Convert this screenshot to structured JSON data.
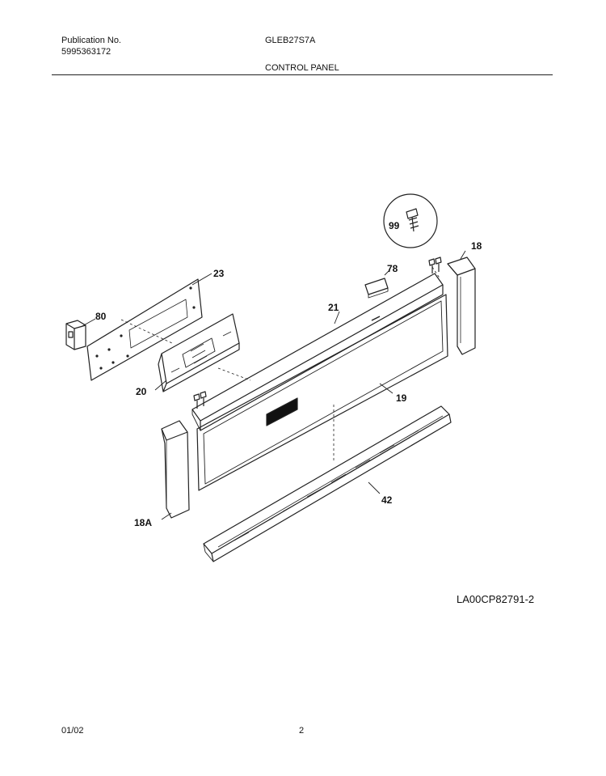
{
  "header": {
    "publication_label": "Publication No.",
    "publication_number": "5995363172",
    "model": "GLEB27S7A",
    "section_title": "CONTROL PANEL"
  },
  "diagram": {
    "parts": [
      {
        "id": "part-18",
        "label": "18"
      },
      {
        "id": "part-18a",
        "label": "18A"
      },
      {
        "id": "part-19",
        "label": "19"
      },
      {
        "id": "part-20",
        "label": "20"
      },
      {
        "id": "part-21",
        "label": "21"
      },
      {
        "id": "part-23",
        "label": "23"
      },
      {
        "id": "part-42",
        "label": "42"
      },
      {
        "id": "part-78",
        "label": "78"
      },
      {
        "id": "part-80",
        "label": "80"
      },
      {
        "id": "part-99",
        "label": "99"
      }
    ],
    "reference_code": "LA00CP82791-2"
  },
  "footer": {
    "date": "01/02",
    "page": "2"
  }
}
